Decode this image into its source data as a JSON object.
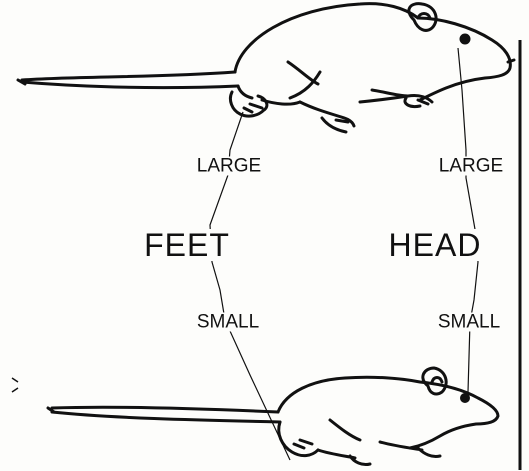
{
  "labels": {
    "feet_large": "LARGE",
    "feet_title": "FEET",
    "feet_small": "SMALL",
    "head_large": "LARGE",
    "head_title": "HEAD",
    "head_small": "SMALL"
  },
  "colors": {
    "ink": "#111111",
    "paper": "#fdfdfb"
  }
}
